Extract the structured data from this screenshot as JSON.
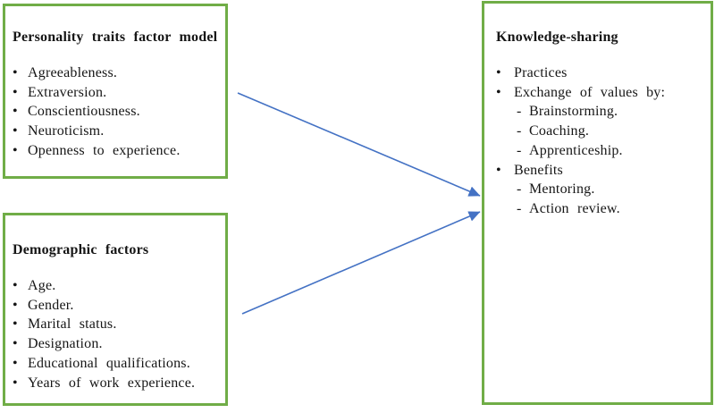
{
  "diagram": {
    "glyphs": {
      "bullet": "•",
      "dash": "-"
    },
    "colors": {
      "box_border": "#70AD47",
      "arrow": "#4472C4",
      "text": "#161616",
      "background": "#FFFFFF"
    },
    "boxes": {
      "personality": {
        "title": "Personality traits factor model",
        "items": [
          "Agreeableness.",
          "Extraversion.",
          "Conscientiousness.",
          "Neuroticism.",
          "Openness to experience."
        ]
      },
      "demographic": {
        "title": "Demographic factors",
        "items": [
          "Age.",
          "Gender.",
          "Marital status.",
          "Designation.",
          "Educational qualifications.",
          "Years of work experience."
        ]
      },
      "knowledge": {
        "title": "Knowledge-sharing",
        "items": [
          {
            "level": 1,
            "text": "Practices"
          },
          {
            "level": 1,
            "text": "Exchange of values by:"
          },
          {
            "level": 2,
            "text": "Brainstorming."
          },
          {
            "level": 2,
            "text": "Coaching."
          },
          {
            "level": 2,
            "text": "Apprenticeship."
          },
          {
            "level": 1,
            "text": "Benefits"
          },
          {
            "level": 2,
            "text": "Mentoring."
          },
          {
            "level": 2,
            "text": "Action review."
          }
        ]
      }
    },
    "arrows": [
      {
        "from": "Personality traits factor model",
        "to": "Knowledge-sharing"
      },
      {
        "from": "Demographic factors",
        "to": "Knowledge-sharing"
      }
    ]
  }
}
